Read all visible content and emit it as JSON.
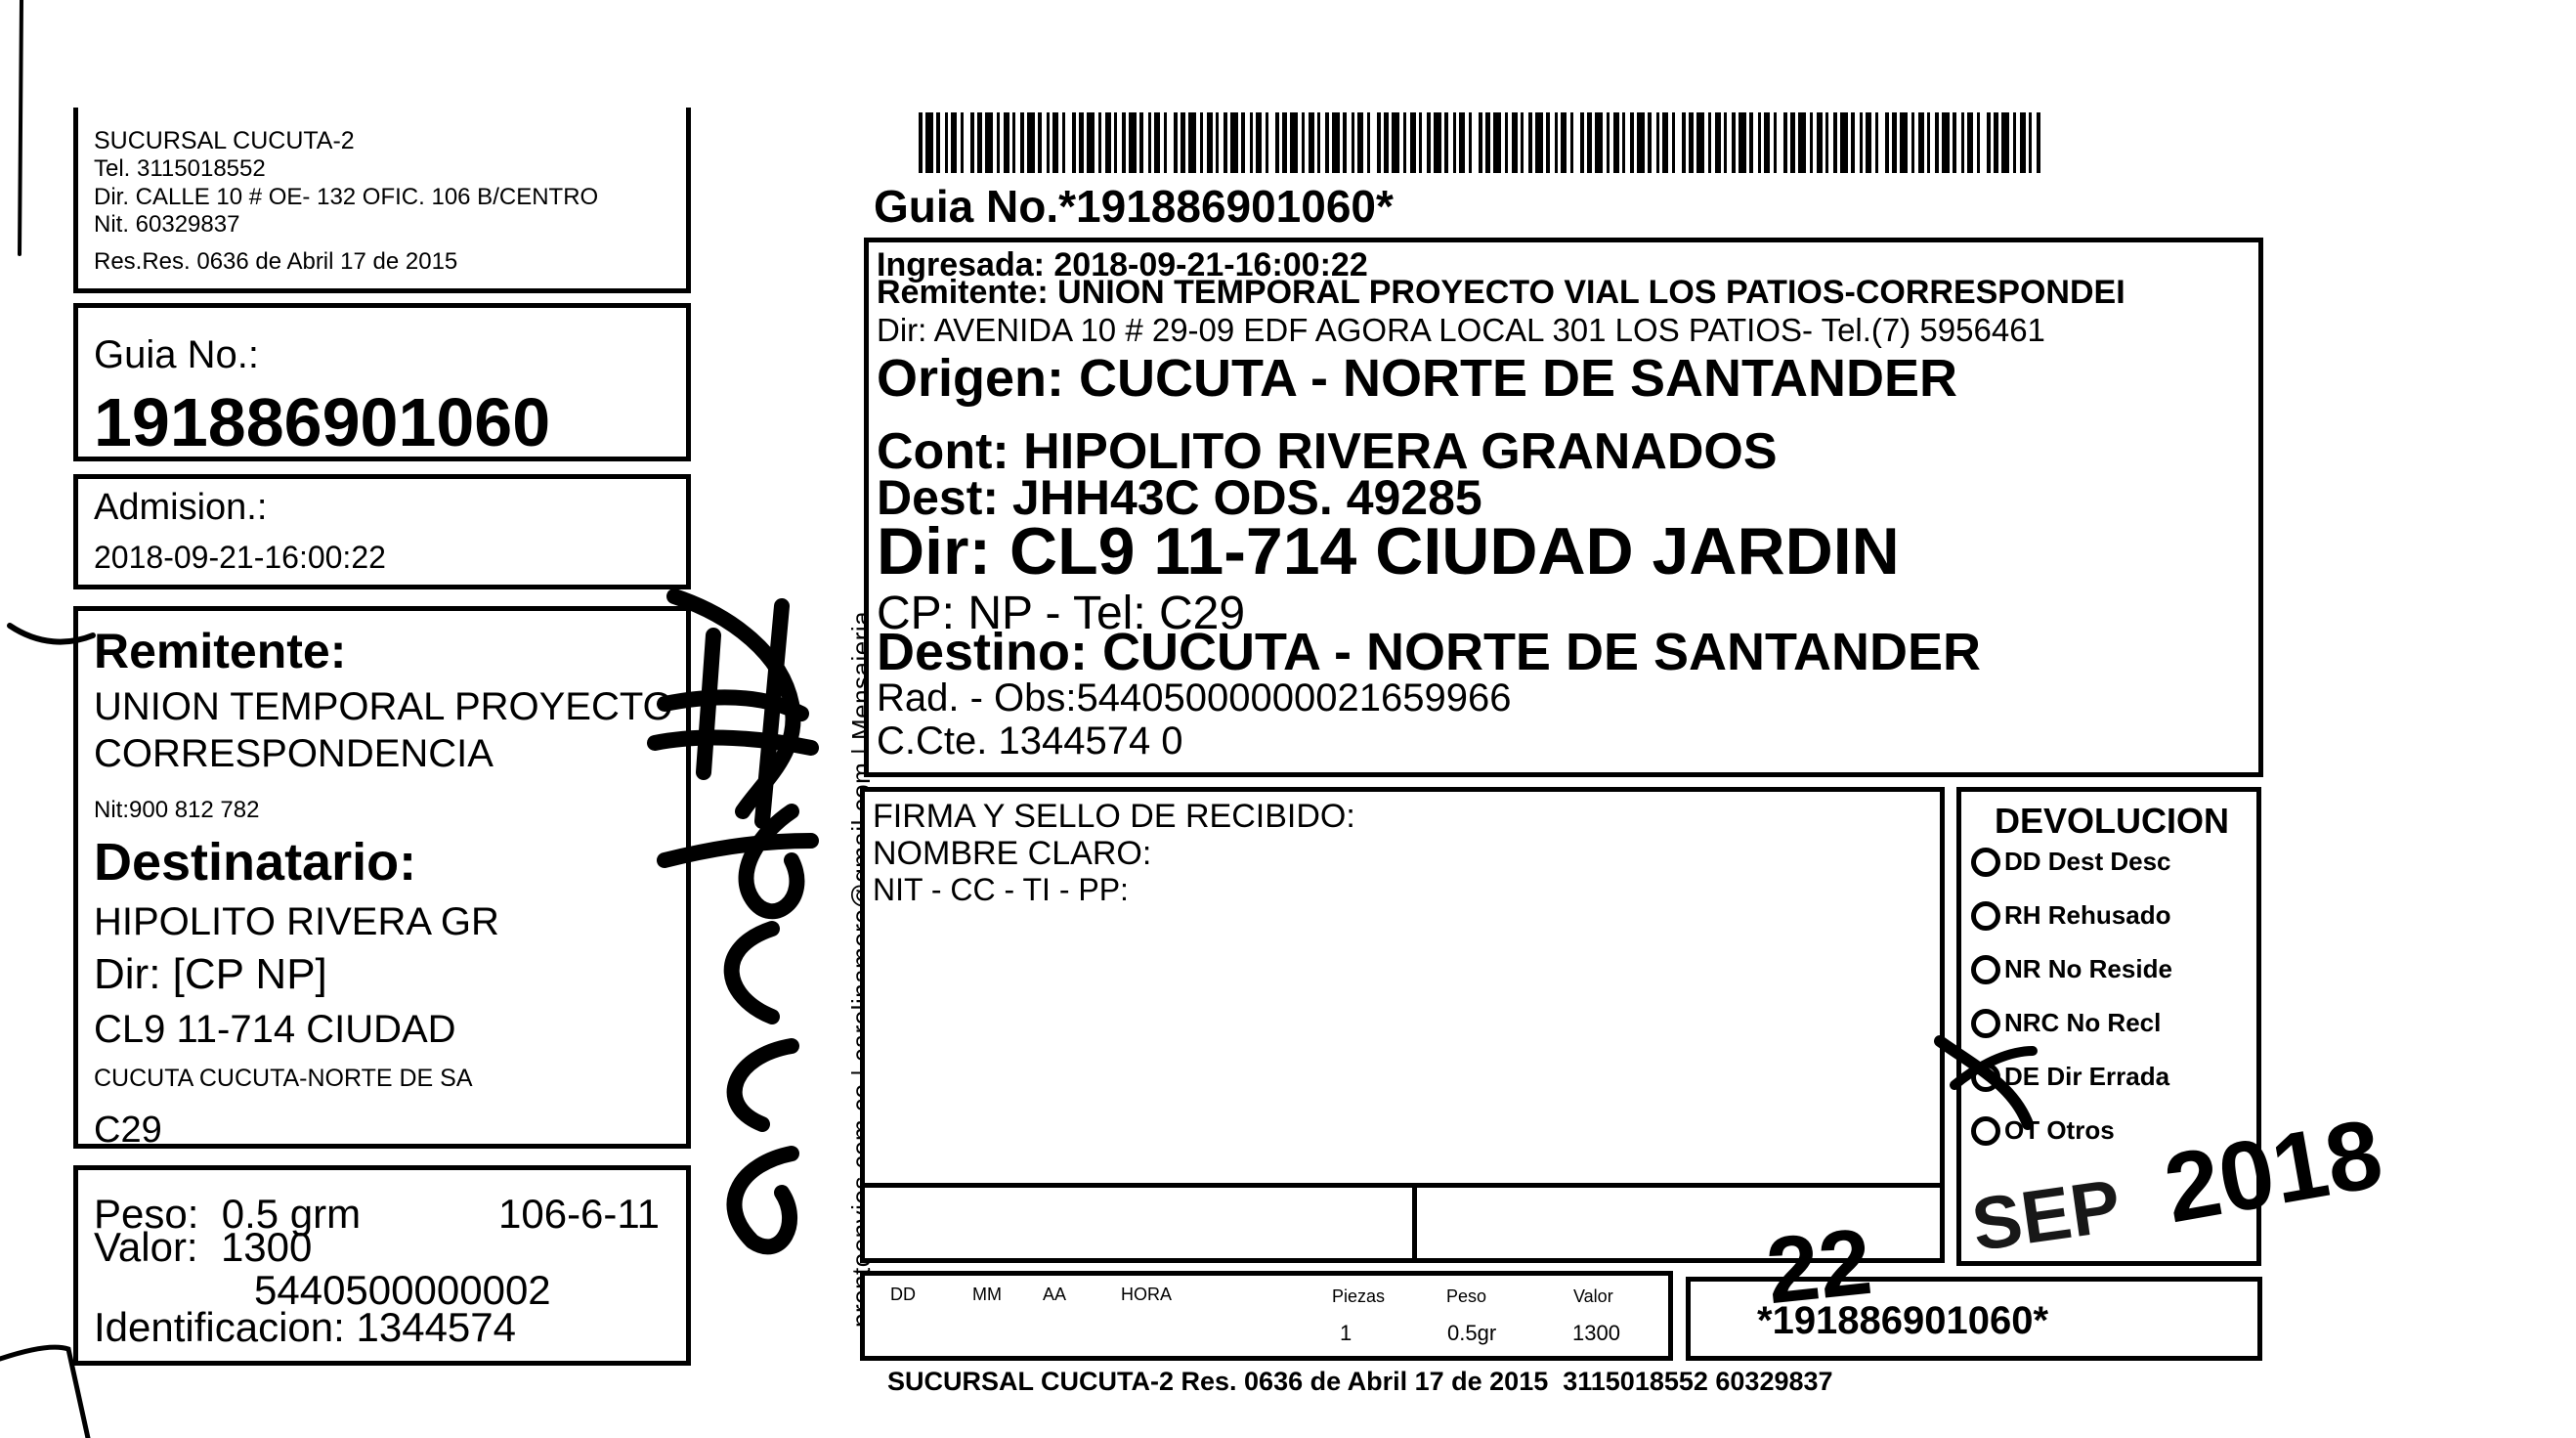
{
  "left": {
    "branch": {
      "name": "SUCURSAL CUCUTA-2",
      "tel": "Tel. 3115018552",
      "dir": "Dir. CALLE 10 # OE- 132 OFIC. 106 B/CENTRO",
      "nit": "Nit. 60329837",
      "res": "Res.Res. 0636 de Abril 17 de 2015"
    },
    "guia": {
      "label": "Guia No.:",
      "number": "191886901060"
    },
    "admision": {
      "label": "Admision.:",
      "date": "2018-09-21-16:00:22"
    },
    "remitente": {
      "label": "Remitente:",
      "line1": "UNION TEMPORAL PROYECTO",
      "line2": "CORRESPONDENCIA",
      "nit": "Nit:900 812 782"
    },
    "destinatario": {
      "label": "Destinatario:",
      "name": "HIPOLITO RIVERA GR",
      "dir": "Dir: [CP NP]",
      "addr": "CL9 11-714 CIUDAD",
      "city": "CUCUTA CUCUTA-NORTE DE SA",
      "code": "C29"
    },
    "peso": {
      "peso_line": "Peso:  0.5 grm",
      "code": "106-6-11",
      "valor_line": "Valor:  1300",
      "num": "5440500000002",
      "ident": "Identificacion: 1344574"
    }
  },
  "vertical_text": "prontoenvios.com.co | carolinamoro@gmail.com | Mensajeria",
  "right": {
    "guia_title": "Guia No.*191886901060*",
    "info": {
      "ingresada": "Ingresada: 2018-09-21-16:00:22",
      "remitente": "Remitente: UNION TEMPORAL PROYECTO VIAL LOS PATIOS-CORRESPONDEI",
      "dir": "Dir: AVENIDA 10 # 29-09 EDF AGORA LOCAL 301 LOS PATIOS- Tel.(7) 5956461",
      "origen": "Origen: CUCUTA - NORTE DE SANTANDER",
      "cont": "Cont: HIPOLITO RIVERA GRANADOS",
      "dest": "Dest: JHH43C ODS. 49285",
      "dir2": "Dir: CL9 11-714 CIUDAD JARDIN",
      "cp": "CP: NP - Tel: C29",
      "destino": "Destino: CUCUTA - NORTE DE SANTANDER",
      "rad": "Rad. - Obs:54405000000021659966",
      "ccte": "C.Cte. 1344574 0"
    },
    "firma": {
      "line1": "FIRMA Y SELLO DE RECIBIDO:",
      "line2": "NOMBRE CLARO:",
      "line3": "NIT - CC - TI - PP:"
    },
    "devolucion": {
      "title": "DEVOLUCION",
      "items": [
        "DD Dest Desc",
        "RH Rehusado",
        "NR No Reside",
        "NRC No Recl",
        "DE Dir Errada",
        "OT Otros"
      ]
    },
    "bottom_table": {
      "headers": [
        "DD",
        "MM",
        "AA",
        "HORA",
        "Piezas",
        "Peso",
        "Valor"
      ],
      "values": [
        "1",
        "0.5gr",
        "1300"
      ]
    },
    "barcode_text": "*191886901060*",
    "footer": "SUCURSAL CUCUTA-2 Res. 0636 de Abril 17 de 2015  3115018552 60329837"
  },
  "stamp": {
    "day": "22",
    "month": "SEP",
    "year": "2018"
  }
}
